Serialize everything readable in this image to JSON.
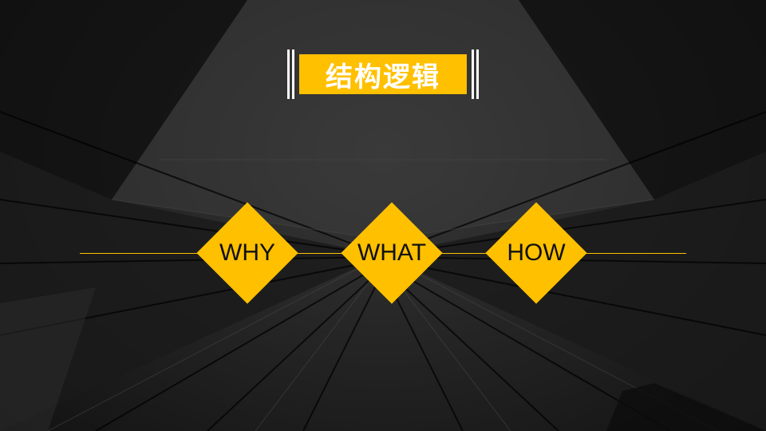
{
  "slide": {
    "title": "结构逻辑",
    "items": [
      {
        "label": "WHY"
      },
      {
        "label": "WHAT"
      },
      {
        "label": "HOW"
      }
    ]
  },
  "colors": {
    "accent": "#ffc000",
    "background": "#1b1b1b",
    "title_text": "#ffffff",
    "item_text": "#111111"
  }
}
